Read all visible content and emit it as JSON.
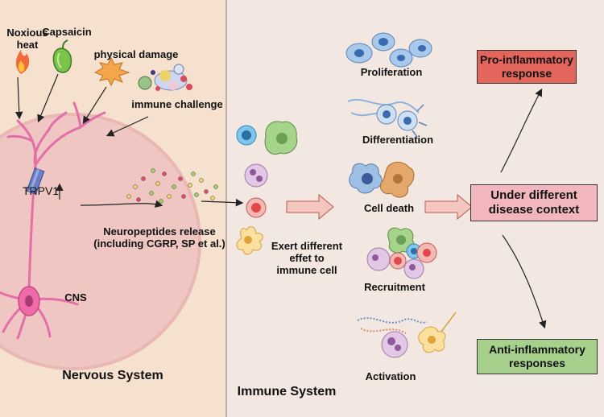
{
  "nervous": {
    "stimuli": {
      "noxious_heat": "Noxious\nheat",
      "capsaicin": "Capsaicin",
      "physical_damage": "physical damage",
      "immune_challenge": "immune challenge"
    },
    "trpv1_label": "TRPV1",
    "neuropeptides_label": "Neuropeptides release\n(including CGRP, SP et al.)",
    "cns_label": "CNS",
    "section_title": "Nervous System"
  },
  "immune": {
    "section_title": "Immune System",
    "effect_label": "Exert different\neffet to\nimmune cell",
    "outcomes": [
      {
        "label": "Proliferation"
      },
      {
        "label": "Differentiation"
      },
      {
        "label": "Cell death"
      },
      {
        "label": "Recruitment"
      },
      {
        "label": "Activation"
      }
    ]
  },
  "responses": {
    "pro": {
      "label": "Pro-inflammatory\nresponse",
      "color": "#e3655b"
    },
    "context": {
      "label": "Under different\ndisease context",
      "color": "#f2b7bd"
    },
    "anti": {
      "label": "Anti-inflammatory\nresponses",
      "color": "#a8d08d"
    }
  },
  "colors": {
    "nervous_bg": "#f6e1cf",
    "immune_bg": "#f3e7e1",
    "neuron": "#e26fa7",
    "arrow_fill": "#f3c7c0",
    "arrow_stroke": "#b85a4e"
  }
}
